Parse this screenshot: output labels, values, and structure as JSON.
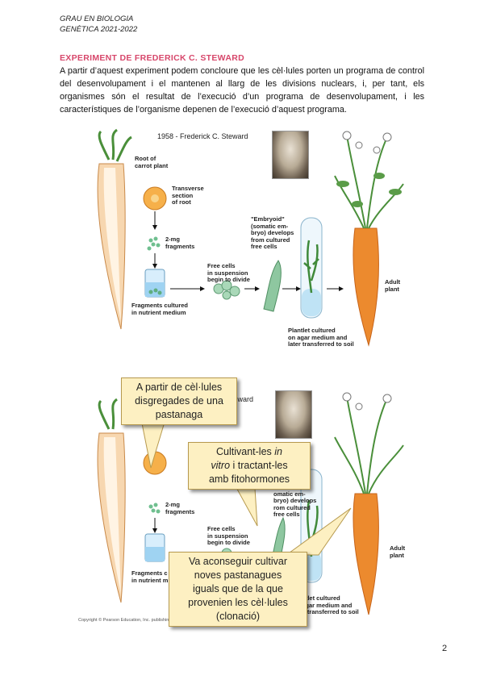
{
  "header": {
    "line1": "GRAU EN BIOLOGIA",
    "line2": "GENÈTICA 2021-2022"
  },
  "section_title": "EXPERIMENT DE FREDERICK C. STEWARD",
  "paragraph": "A partir d’aquest experiment podem concloure que les cèl·lules porten un programa de control del desenvolupament i el mantenen al llarg de les divisions nuclears, i, per tant, els organismes són el resultat de l’execució d’un programa de desenvolupament, i les característiques de l’organisme depenen de l’execució d’aquest programa.",
  "figure": {
    "year_caption": "1958 - Frederick C. Steward",
    "year_caption_partial": "Steward",
    "root_label": "Root of\ncarrot plant",
    "section_label": "Transverse\nsection\nof root",
    "fragments_label": "2-mg\nfragments",
    "cultured_label": "Fragments cultured\nin nutrient medium",
    "cultured_label_partial": "Fragments c\nin nutrient m",
    "free_cells_label": "Free cells\nin suspension\nbegin to divide",
    "embryoid_label": "\"Embryoid\"\n(somatic em-\nbryo) develops\nfrom cultured\nfree cells",
    "embryoid_label_partial": "oid\"\nomatic em-\nbryo) develops\nrom cultured\nfree cells",
    "plantlet_label": "Plantlet cultured\non agar medium and\nlater transferred to soil",
    "adult_label": "Adult\nplant",
    "copyright": "Copyright © Pearson Education, Inc. publishing as Benjamin Cummings."
  },
  "callouts": {
    "c1": "A partir de cèl·lules\ndisgregades de una\npastanaga",
    "c2_pre": "Cultivant-les ",
    "c2_em": "in\nvitro",
    "c2_post": " i tractant-les\namb fitohormones",
    "c3": "Va aconseguir cultivar\nnoves pastanagues\niguals que de la que\nprovenien les cèl·lules\n(clonació)"
  },
  "page_number": "2",
  "colors": {
    "title": "#d7476b",
    "carrot": "#e8822a",
    "leaf": "#4a8f3a",
    "callout_bg": "#fdf0c2"
  }
}
